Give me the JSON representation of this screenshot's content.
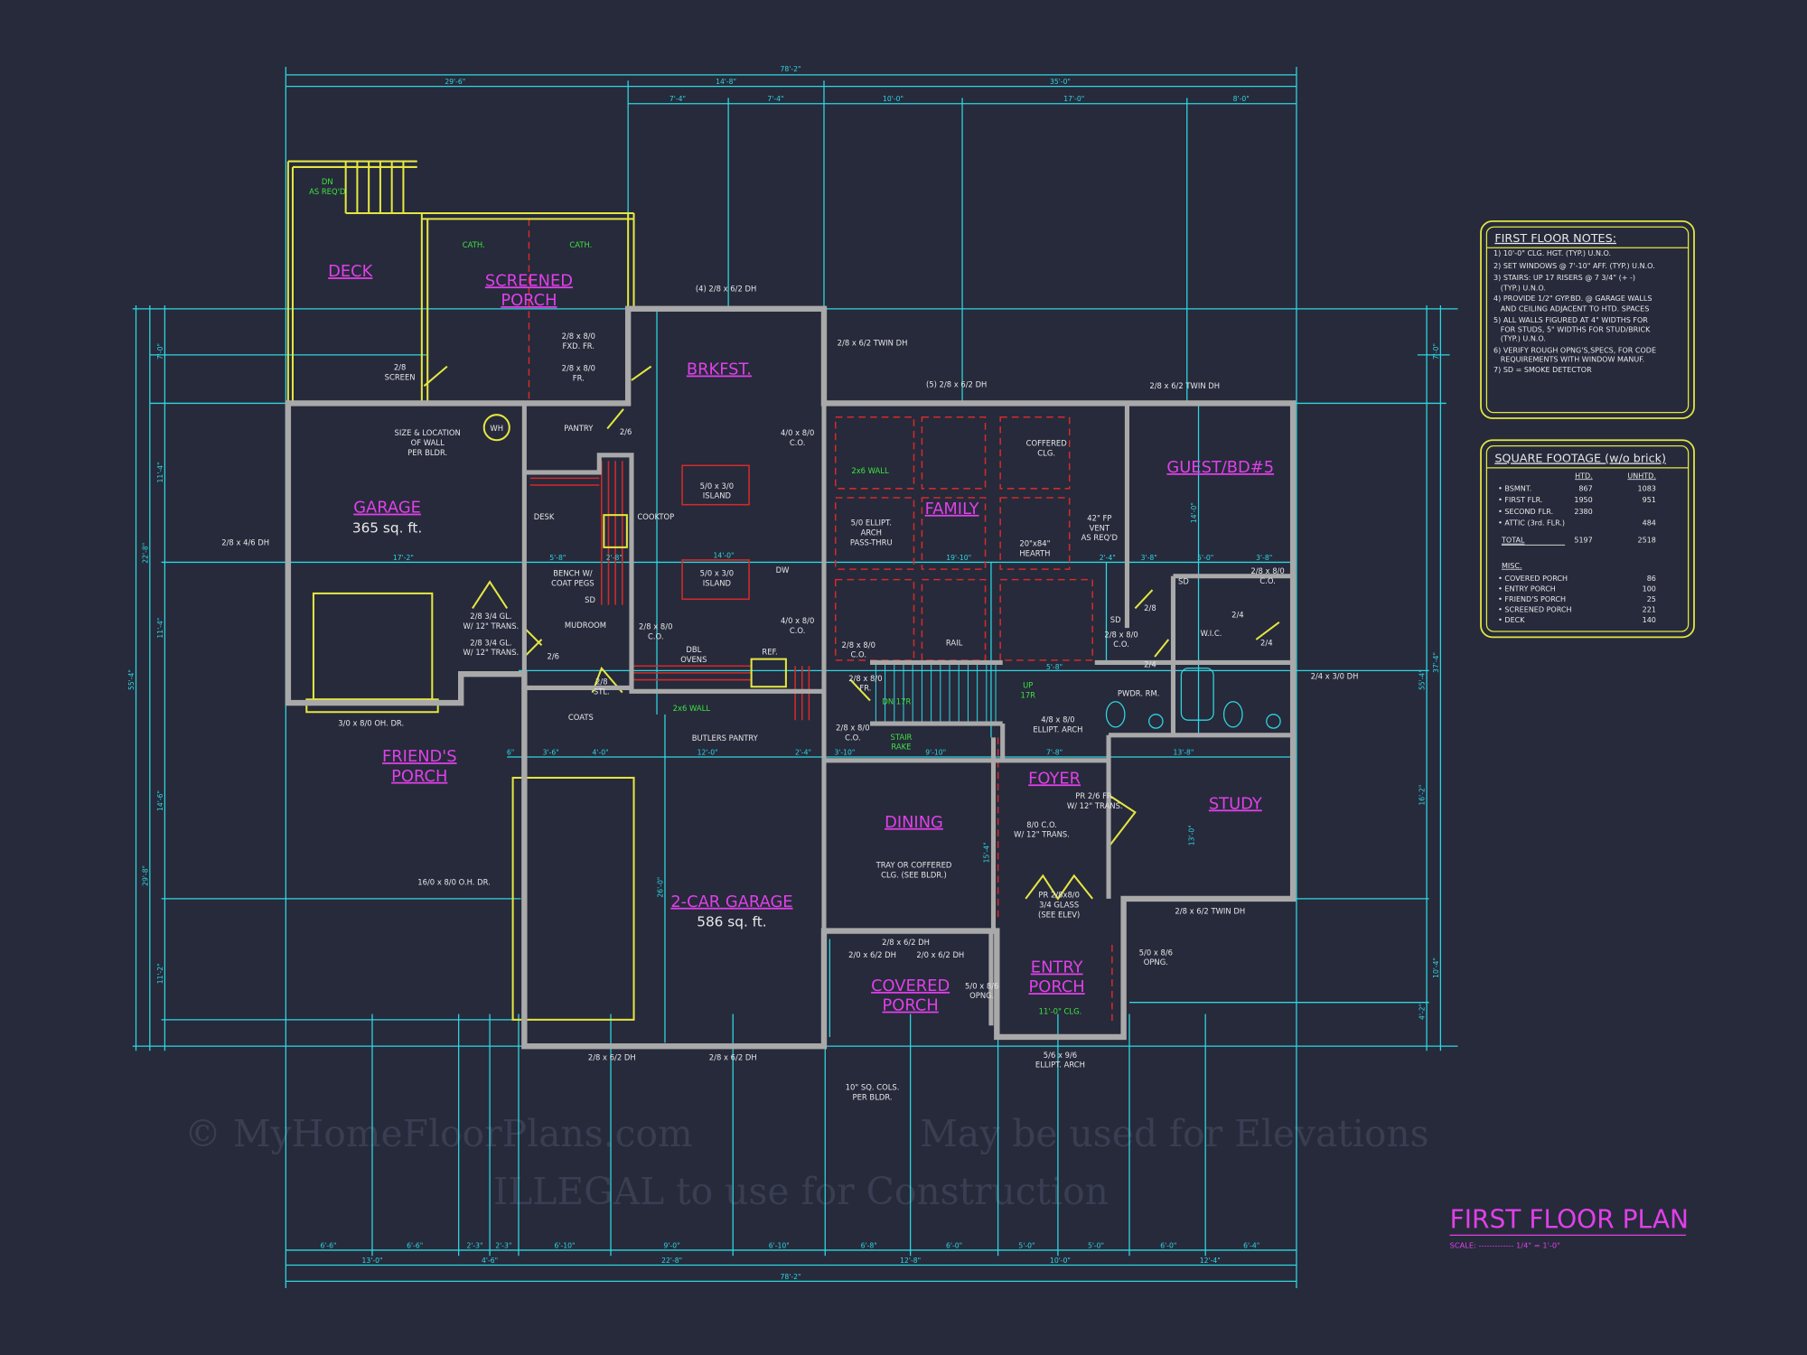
{
  "watermark": [
    "© MyHomeFloorPlans.com",
    "ILLEGAL to use for Construction",
    "May be used for Elevations"
  ],
  "title": {
    "text": "FIRST FLOOR PLAN",
    "scale": "SCALE: ------------- 1/4\" = 1'-0\""
  },
  "notes_panel": {
    "title": "FIRST FLOOR NOTES:",
    "lines": [
      "1) 10'-0\" CLG. HGT. (TYP.) U.N.O.",
      "2) SET WINDOWS @ 7'-10\" AFF. (TYP.) U.N.O.",
      "3) STAIRS: UP 17 RISERS @ 7 3/4\" (+ -)",
      "   (TYP.) U.N.O.",
      "4) PROVIDE 1/2\" GYP.BD. @ GARAGE WALLS",
      "   AND CEILING ADJACENT TO HTD. SPACES",
      "5) ALL WALLS FIGURED AT 4\" WIDTHS FOR",
      "   FOR STUDS, 5\" WIDTHS FOR STUD/BRICK",
      "   (TYP.) U.N.O.",
      "6) VERIFY ROUGH OPNG'S,SPECS, FOR CODE",
      "   REQUIREMENTS WITH WINDOW MANUF.",
      "7) SD = SMOKE DETECTOR"
    ]
  },
  "sqft_panel": {
    "title": "SQUARE FOOTAGE (w/o brick)",
    "headers": [
      "HTD.",
      "UNHTD."
    ],
    "rows": [
      {
        "label": "• BSMNT.",
        "htd": "867",
        "unhtd": "1083"
      },
      {
        "label": "• FIRST FLR.",
        "htd": "1950",
        "unhtd": "951"
      },
      {
        "label": "• SECOND FLR.",
        "htd": "2380",
        "unhtd": ""
      },
      {
        "label": "• ATTIC (3rd. FLR.)",
        "htd": "",
        "unhtd": "484"
      }
    ],
    "total": {
      "label": "TOTAL",
      "htd": "5197",
      "unhtd": "2518"
    },
    "misc_title": "MISC.",
    "misc": [
      {
        "label": "• COVERED PORCH",
        "value": "86"
      },
      {
        "label": "• ENTRY PORCH",
        "value": "100"
      },
      {
        "label": "• FRIEND'S PORCH",
        "value": "25"
      },
      {
        "label": "• SCREENED PORCH",
        "value": "221"
      },
      {
        "label": "• DECK",
        "value": "140"
      }
    ]
  },
  "rooms": [
    {
      "name": [
        "DECK"
      ]
    },
    {
      "name": [
        "SCREENED",
        "PORCH"
      ]
    },
    {
      "name": [
        "BRKFST."
      ]
    },
    {
      "name": [
        "GARAGE"
      ],
      "area": "365 sq. ft."
    },
    {
      "name": [
        "FAMILY"
      ]
    },
    {
      "name": [
        "GUEST/BD#5"
      ]
    },
    {
      "name": [
        "FRIEND'S",
        "PORCH"
      ]
    },
    {
      "name": [
        "FOYER"
      ]
    },
    {
      "name": [
        "STUDY"
      ]
    },
    {
      "name": [
        "DINING"
      ]
    },
    {
      "name": [
        "2-CAR GARAGE"
      ],
      "area": "586 sq. ft."
    },
    {
      "name": [
        "COVERED",
        "PORCH"
      ]
    },
    {
      "name": [
        "ENTRY",
        "PORCH"
      ]
    }
  ],
  "callouts": [
    [
      "(4) 2/8 x 6/2 DH"
    ],
    [
      "2/8 x 8/0",
      "FXD. FR."
    ],
    [
      "2/8 x 8/0",
      "FR."
    ],
    [
      "2/8",
      "SCREEN"
    ],
    [
      "2/8 x 6/2 TWIN DH"
    ],
    [
      "(5) 2/8 x 6/2 DH"
    ],
    [
      "2/8 x 6/2 TWIN DH"
    ],
    [
      "PANTRY"
    ],
    [
      "2/6"
    ],
    [
      "WH"
    ],
    [
      "SIZE & LOCATION",
      "OF WALL",
      "PER BLDR."
    ],
    [
      "2/8 x 4/6 DH"
    ],
    [
      "DESK"
    ],
    [
      "COOKTOP"
    ],
    [
      "5/0 x 3/0",
      "ISLAND"
    ],
    [
      "5/0 x 3/0",
      "ISLAND"
    ],
    [
      "4/0 x 8/0",
      "C.O."
    ],
    [
      "5/0 ELLIPT.",
      "ARCH",
      "PASS-THRU"
    ],
    [
      "COFFERED",
      "CLG."
    ],
    [
      "20\"x84\"",
      "HEARTH"
    ],
    [
      "42\" FP",
      "VENT",
      "AS REQ'D"
    ],
    [
      "BENCH W/",
      "COAT PEGS"
    ],
    [
      "SD"
    ],
    [
      "SD"
    ],
    [
      "SD"
    ],
    [
      "DW"
    ],
    [
      "MUDROOM"
    ],
    [
      "2/8 3/4 GL.",
      "W/ 12\" TRANS."
    ],
    [
      "2/8 3/4 GL.",
      "W/ 12\" TRANS."
    ],
    [
      "2/8 x 8/0",
      "C.O."
    ],
    [
      "4/0 x 8/0",
      "C.O."
    ],
    [
      "2/8 x 8/0",
      "C.O."
    ],
    [
      "2/8 x 8/0",
      "C.O."
    ],
    [
      "2/8 x 8/0",
      "C.O."
    ],
    [
      "DBL",
      "OVENS"
    ],
    [
      "REF."
    ],
    [
      "2/6"
    ],
    [
      "2/8",
      "STL."
    ],
    [
      "COATS"
    ],
    [
      "BUTLERS PANTRY"
    ],
    [
      "2/8 x 8/0",
      "FR."
    ],
    [
      "2/8 x 8/0",
      "C.O."
    ],
    [
      "RAIL"
    ],
    [
      "4/8 x 8/0",
      "ELLIPT. ARCH"
    ],
    [
      "2/8"
    ],
    [
      "2/4"
    ],
    [
      "2/4"
    ],
    [
      "2/4"
    ],
    [
      "W.I.C."
    ],
    [
      "PWDR. RM."
    ],
    [
      "2/4 x 3/0 DH"
    ],
    [
      "3/0 x 8/0 OH. DR."
    ],
    [
      "PR 2/6 FR.",
      "W/ 12\" TRANS."
    ],
    [
      "8/0 C.O.",
      "W/ 12\" TRANS."
    ],
    [
      "TRAY OR COFFERED",
      "CLG. (SEE BLDR.)"
    ],
    [
      "16/0 x 8/0 O.H. DR."
    ],
    [
      "PR 2/8x8/0",
      "3/4 GLASS",
      "(SEE ELEV)"
    ],
    [
      "2/8 x 6/2 TWIN DH"
    ],
    [
      "2/8 x 6/2 DH"
    ],
    [
      "2/0 x 6/2 DH"
    ],
    [
      "2/0 x 6/2 DH"
    ],
    [
      "5/0 x 8/6",
      "OPNG."
    ],
    [
      "5/0 x 8/6",
      "OPNG."
    ],
    [
      "2/8 x 6/2 DH"
    ],
    [
      "2/8 x 6/2 DH"
    ],
    [
      "5/6 x 9/6",
      "ELLIPT. ARCH"
    ],
    [
      "10\" SQ. COLS.",
      "PER BLDR."
    ]
  ],
  "green_notes": [
    [
      "DN",
      "AS REQ'D"
    ],
    [
      "CATH."
    ],
    [
      "CATH."
    ],
    [
      "2x6 WALL"
    ],
    [
      "2x6 WALL"
    ],
    [
      "DN 17R"
    ],
    [
      "STAIR",
      "RAKE"
    ],
    [
      "UP",
      "17R"
    ],
    [
      "11'-0\" CLG."
    ]
  ],
  "dims": [
    "78'-2\"",
    "29'-6\"",
    "14'-8\"",
    "35'-0\"",
    "7'-4\"",
    "7'-4\"",
    "10'-0\"",
    "17'-0\"",
    "8'-0\"",
    "6'-6\"",
    "6'-6\"",
    "2'-3\"",
    "2'-3\"",
    "6'-10\"",
    "9'-0\"",
    "6'-10\"",
    "6'-8\"",
    "6'-0\"",
    "5'-0\"",
    "5'-0\"",
    "6'-0\"",
    "6'-4\"",
    "13'-0\"",
    "4'-6\"",
    "22'-8\"",
    "12'-8\"",
    "10'-0\"",
    "12'-4\"",
    "78'-2\"",
    "17'-2\"",
    "5'-8\"",
    "2'-8\"",
    "14'-0\"",
    "19'-10\"",
    "2'-4\"",
    "3'-8\"",
    "5'-0\"",
    "3'-8\"",
    "6\"",
    "3'-6\"",
    "4'-0\"",
    "12'-0\"",
    "2'-4\"",
    "3'-10\"",
    "9'-10\"",
    "7'-8\"",
    "13'-8\"",
    "5'-8\"",
    "55'-4\"",
    "22'-8\"",
    "29'-8\"",
    "7'-0\"",
    "11'-4\"",
    "11'-4\"",
    "14'-6\"",
    "11'-2\"",
    "55'-4\"",
    "7'-0\"",
    "37'-4\"",
    "16'-2\"",
    "10'-4\"",
    "4'-2\"",
    "26'-0\"",
    "14'-0\"",
    "15'-4\"",
    "13'-0\""
  ],
  "colors": {
    "background": "#262a3b",
    "dimension": "#2fd6e0",
    "room_label": "#e040e8",
    "wall": "#a9a9a9",
    "window": "#e4e640",
    "ceiling": "#d42a2a",
    "note_green": "#3ee33e"
  }
}
